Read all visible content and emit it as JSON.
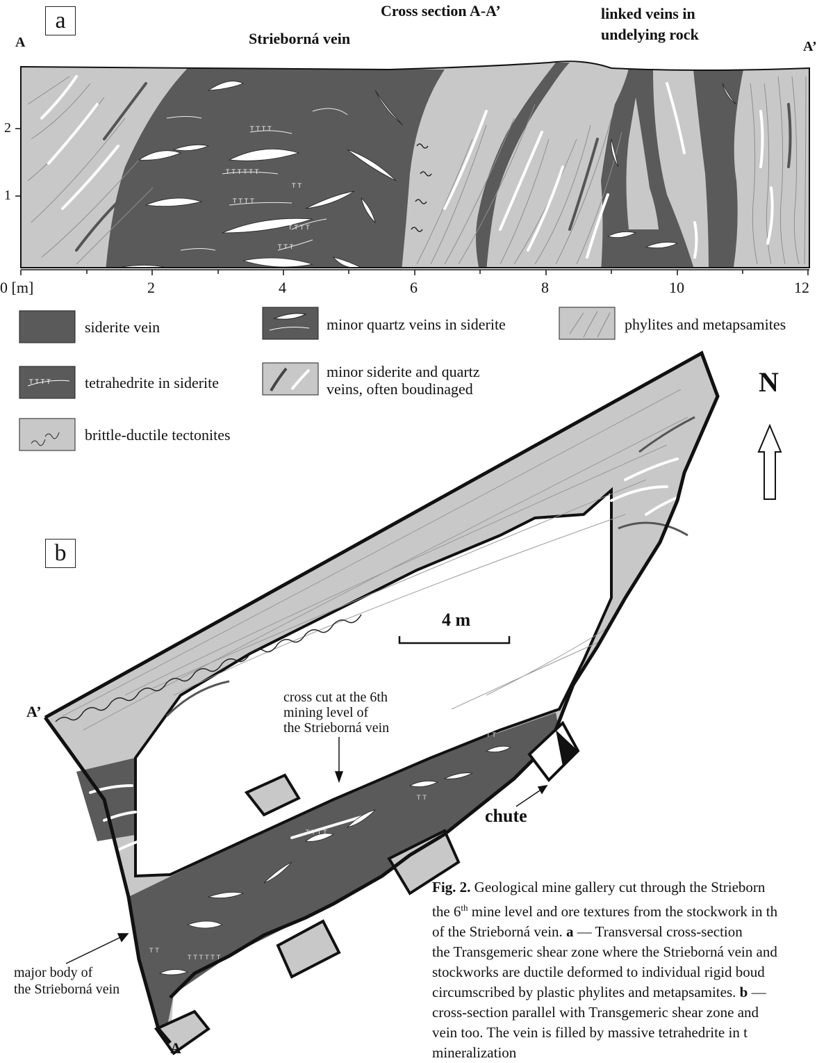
{
  "panel_a": {
    "letter": "a",
    "title": "Cross section A-A’",
    "label_left": "A",
    "label_right": "A’",
    "vein_label": "Strieborná vein",
    "linked_label_line1": "linked veins in",
    "linked_label_line2": "undelying rock",
    "x_ticks": [
      "0 [m]",
      "2",
      "4",
      "6",
      "8",
      "10",
      "12"
    ],
    "y_ticks": [
      "1",
      "2"
    ]
  },
  "legend": {
    "siderite_vein": "siderite vein",
    "minor_quartz": "minor quartz veins in siderite",
    "phylites": "phylites and metapsamites",
    "tetrahedrite": "tetrahedrite in siderite",
    "minor_siderite_line1": "minor siderite and quartz",
    "minor_siderite_line2": "veins, often boudinaged",
    "tectonites": "brittle-ductile tectonites"
  },
  "panel_b": {
    "letter": "b",
    "north": "N",
    "scale": "4 m",
    "label_a_prime": "A’",
    "label_a": "A",
    "crosscut_line1": "cross cut at the 6th",
    "crosscut_line2": "mining level of",
    "crosscut_line3": "the Strieborná vein",
    "chute": "chute",
    "major_line1": "major body of",
    "major_line2": "the Strieborná vein"
  },
  "caption": {
    "fig": "Fig. 2.",
    "line1": "Geological mine gallery cut through the Strieborn",
    "line2a": "the 6",
    "line2sup": "th",
    "line2b": " mine level and ore textures from the stockwork in th",
    "line3a": "of the Strieborná vein.  ",
    "line3b": "a",
    "line3c": " — Transversal cross-section",
    "line4": "the Transgemeric shear zone where the Strieborná vein and",
    "line5": "stockworks are ductile deformed to individual rigid boud",
    "line6": "circumscribed by plastic phylites and metapsamites. ",
    "line6b": "b",
    "line6c": " —",
    "line7": "cross-section parallel with Transgemeric shear zone and",
    "line8": "vein too. The vein is filled by massive tetrahedrite in t",
    "line9": "mineralization"
  },
  "colors": {
    "phyllite": "#c8c8c8",
    "siderite": "#5a5a5a",
    "outline": "#111111"
  }
}
